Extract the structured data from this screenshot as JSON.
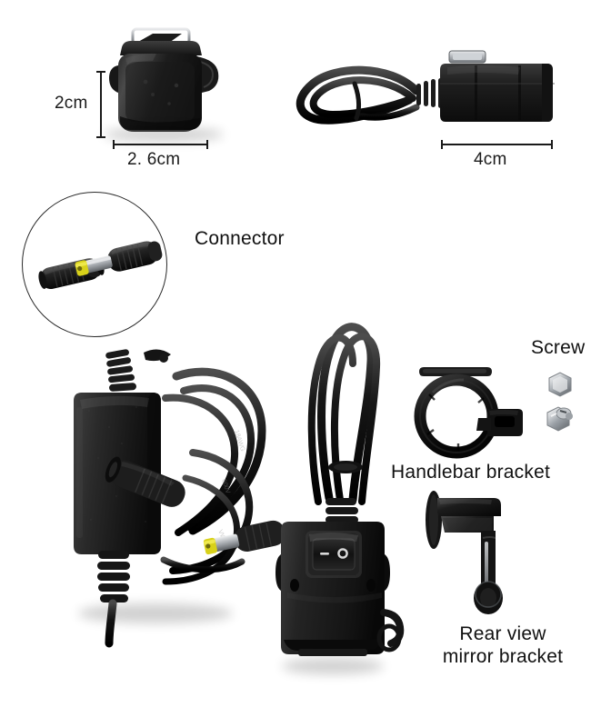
{
  "page": {
    "kind": "product-parts-diagram",
    "background_color": "#ffffff",
    "subject": "motorcycle power adapter kit"
  },
  "dimensions": {
    "height_label": "2cm",
    "width_label": "2. 6cm",
    "length_label": "4cm"
  },
  "callouts": {
    "connector": "Connector",
    "screw": "Screw",
    "handlebar_bracket": "Handlebar bracket",
    "rear_view_mirror_bracket_line1": "Rear view",
    "rear_view_mirror_bracket_line2": "mirror bracket"
  },
  "switch_markings": {
    "on": "—",
    "off": "O"
  },
  "colors": {
    "body_black": "#141414",
    "body_highlight": "#4a4a4a",
    "connector_tip_yellow": "#d8d11a",
    "metal_silver": "#c9ccd1",
    "rule_black": "#1a1a1a",
    "text_black": "#111111"
  }
}
